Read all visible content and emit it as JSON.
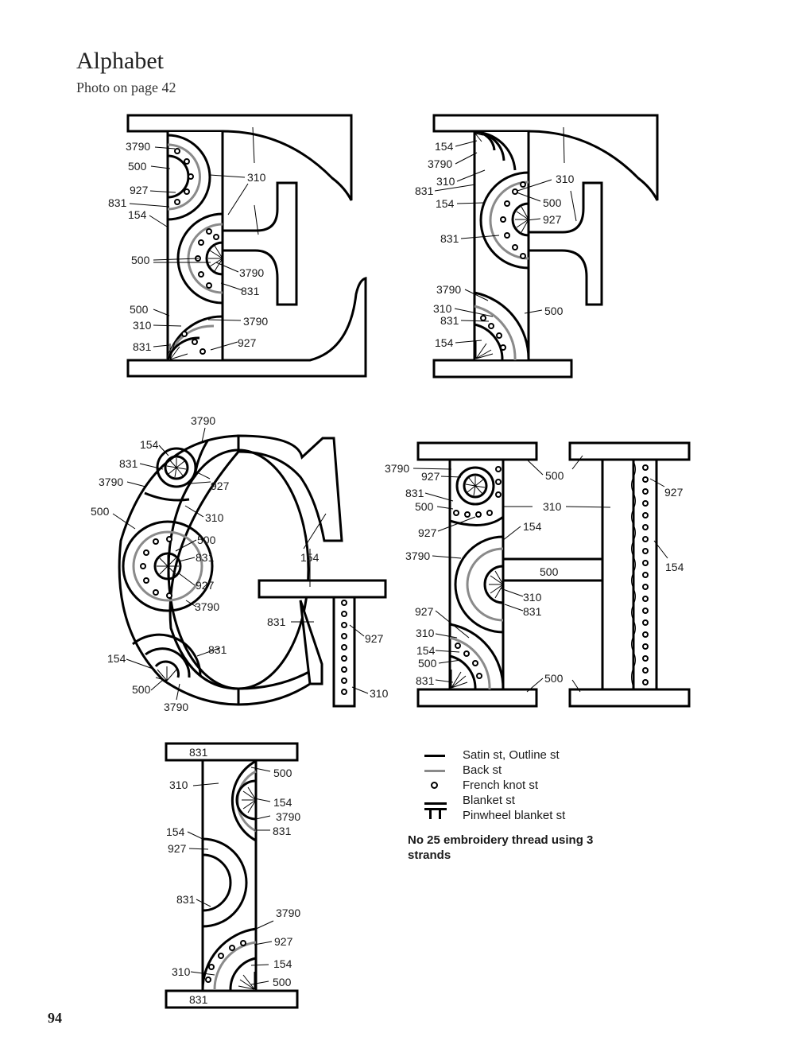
{
  "header": {
    "title": "Alphabet",
    "subtitle": "Photo on page 42"
  },
  "page_number": "94",
  "letters": {
    "E": {
      "letter": "E",
      "labels": [
        {
          "text": "3790"
        },
        {
          "text": "500"
        },
        {
          "text": "927"
        },
        {
          "text": "831"
        },
        {
          "text": "154"
        },
        {
          "text": "310"
        },
        {
          "text": "500"
        },
        {
          "text": "3790"
        },
        {
          "text": "831"
        },
        {
          "text": "500"
        },
        {
          "text": "310"
        },
        {
          "text": "3790"
        },
        {
          "text": "831"
        },
        {
          "text": "927"
        }
      ]
    },
    "F": {
      "letter": "F",
      "labels": [
        {
          "text": "154"
        },
        {
          "text": "3790"
        },
        {
          "text": "310"
        },
        {
          "text": "831"
        },
        {
          "text": "154"
        },
        {
          "text": "310"
        },
        {
          "text": "500"
        },
        {
          "text": "927"
        },
        {
          "text": "831"
        },
        {
          "text": "3790"
        },
        {
          "text": "310"
        },
        {
          "text": "831"
        },
        {
          "text": "154"
        },
        {
          "text": "500"
        }
      ]
    },
    "G": {
      "letter": "G",
      "labels": [
        {
          "text": "3790"
        },
        {
          "text": "154"
        },
        {
          "text": "831"
        },
        {
          "text": "3790"
        },
        {
          "text": "500"
        },
        {
          "text": "927"
        },
        {
          "text": "310"
        },
        {
          "text": "500"
        },
        {
          "text": "831"
        },
        {
          "text": "154"
        },
        {
          "text": "927"
        },
        {
          "text": "3790"
        },
        {
          "text": "831"
        },
        {
          "text": "927"
        },
        {
          "text": "831"
        },
        {
          "text": "154"
        },
        {
          "text": "500"
        },
        {
          "text": "3790"
        },
        {
          "text": "310"
        }
      ]
    },
    "H": {
      "letter": "H",
      "labels": [
        {
          "text": "3790"
        },
        {
          "text": "927"
        },
        {
          "text": "831"
        },
        {
          "text": "500"
        },
        {
          "text": "500"
        },
        {
          "text": "310"
        },
        {
          "text": "927"
        },
        {
          "text": "927"
        },
        {
          "text": "154"
        },
        {
          "text": "3790"
        },
        {
          "text": "154"
        },
        {
          "text": "500"
        },
        {
          "text": "310"
        },
        {
          "text": "831"
        },
        {
          "text": "927"
        },
        {
          "text": "310"
        },
        {
          "text": "154"
        },
        {
          "text": "500"
        },
        {
          "text": "831"
        },
        {
          "text": "500"
        }
      ]
    },
    "I": {
      "letter": "I",
      "labels": [
        {
          "text": "831"
        },
        {
          "text": "500"
        },
        {
          "text": "310"
        },
        {
          "text": "154"
        },
        {
          "text": "3790"
        },
        {
          "text": "154"
        },
        {
          "text": "831"
        },
        {
          "text": "927"
        },
        {
          "text": "831"
        },
        {
          "text": "3790"
        },
        {
          "text": "927"
        },
        {
          "text": "154"
        },
        {
          "text": "310"
        },
        {
          "text": "500"
        },
        {
          "text": "831"
        }
      ]
    }
  },
  "legend": {
    "items": [
      {
        "label": "Satin st, Outline st",
        "symbol": "black-line-icon"
      },
      {
        "label": "Back st",
        "symbol": "gray-line-icon"
      },
      {
        "label": "French knot st",
        "symbol": "knot-dot-icon"
      },
      {
        "label": "Blanket st",
        "symbol": "blanket-icon"
      },
      {
        "label": "Pinwheel blanket st",
        "symbol": "pinwheel-blanket-icon"
      }
    ],
    "colors": {
      "satin": "#000000",
      "back": "#8a8a8a"
    }
  },
  "note": "No 25 embroidery thread using 3 strands"
}
